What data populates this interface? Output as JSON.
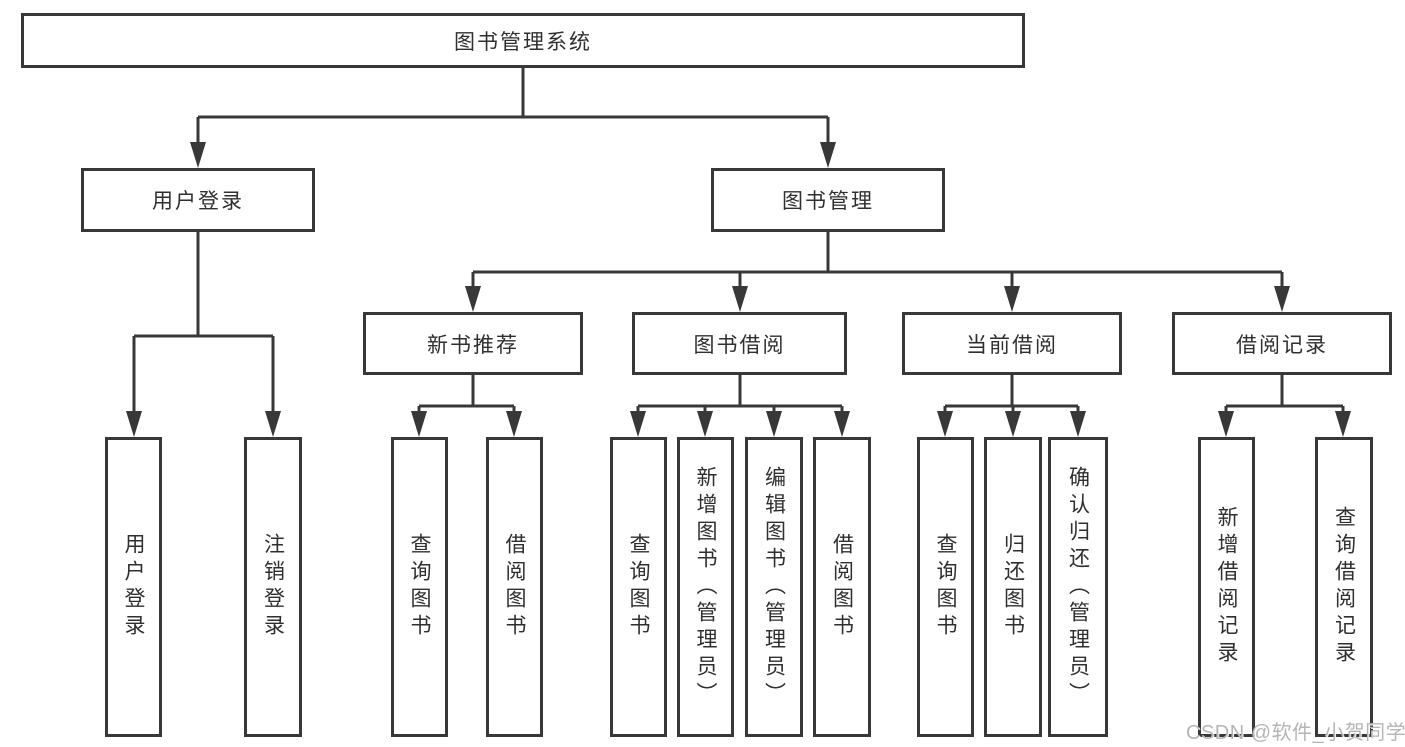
{
  "nodes": {
    "root": "图书管理系统",
    "user_login": "用户登录",
    "book_mgmt": "图书管理",
    "new_books": "新书推荐",
    "book_borrow": "图书借阅",
    "current_borrow": "当前借阅",
    "borrow_records": "借阅记录",
    "leaves": {
      "user": [
        "用户登录",
        "注销登录"
      ],
      "new_books": [
        "查询图书",
        "借阅图书"
      ],
      "book_borrow": [
        "查询图书",
        "新增图书（管理员）",
        "编辑图书（管理员）",
        "借阅图书"
      ],
      "current_borrow": [
        "查询图书",
        "归还图书",
        "确认归还（管理员）"
      ],
      "borrow_records": [
        "新增借阅记录",
        "查询借阅记录"
      ]
    }
  },
  "watermark": "CSDN @软件_小贺同学",
  "colors": {
    "line": "#383838",
    "text": "#2f2f2f",
    "background": "#ffffff",
    "watermark": "#b5b5b5"
  }
}
